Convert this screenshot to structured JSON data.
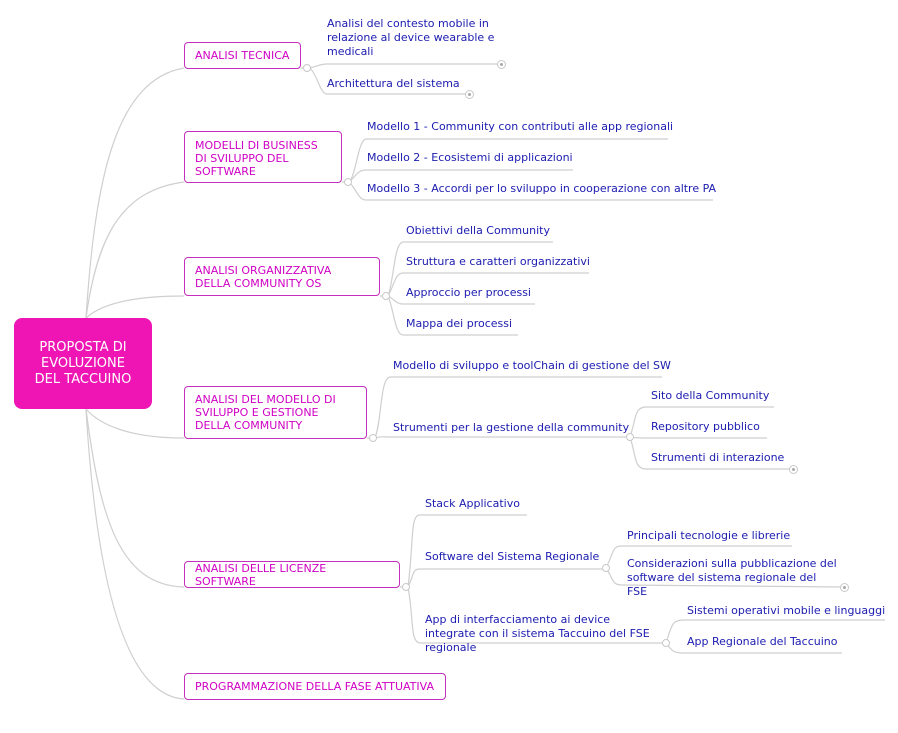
{
  "root": {
    "label": "PROPOSTA DI EVOLUZIONE DEL TACCUINO",
    "color": "#ee15b4"
  },
  "branches": [
    {
      "label": "ANALISI TECNICA",
      "children": [
        {
          "label": "Analisi del contesto mobile in relazione al device wearable e medicali"
        },
        {
          "label": "Architettura del sistema"
        }
      ]
    },
    {
      "label": "MODELLI DI BUSINESS DI SVILUPPO DEL SOFTWARE",
      "children": [
        {
          "label": "Modello 1 - Community con contributi alle app regionali"
        },
        {
          "label": "Modello 2 - Ecosistemi di applicazioni"
        },
        {
          "label": "Modello 3 - Accordi per lo sviluppo in cooperazione con altre PA"
        }
      ]
    },
    {
      "label": "ANALISI ORGANIZZATIVA DELLA COMMUNITY OS",
      "children": [
        {
          "label": "Obiettivi della Community"
        },
        {
          "label": "Struttura e caratteri organizzativi"
        },
        {
          "label": "Approccio per processi"
        },
        {
          "label": "Mappa dei processi"
        }
      ]
    },
    {
      "label": "ANALISI DEL MODELLO DI SVILUPPO E GESTIONE DELLA COMMUNITY",
      "children": [
        {
          "label": "Modello di sviluppo e toolChain di gestione del SW"
        },
        {
          "label": "Strumenti per la gestione della community",
          "children": [
            {
              "label": "Sito della Community"
            },
            {
              "label": "Repository pubblico"
            },
            {
              "label": "Strumenti di interazione"
            }
          ]
        }
      ]
    },
    {
      "label": "ANALISI DELLE LICENZE SOFTWARE",
      "children": [
        {
          "label": "Stack Applicativo"
        },
        {
          "label": "Software del Sistema Regionale",
          "children": [
            {
              "label": "Principali tecnologie e librerie"
            },
            {
              "label": "Considerazioni sulla pubblicazione del software del sistema regionale del FSE"
            }
          ]
        },
        {
          "label": "App di interfacciamento ai device integrate con il sistema Taccuino del FSE regionale",
          "children": [
            {
              "label": "Sistemi operativi mobile e linguaggi"
            },
            {
              "label": "App Regionale del Taccuino"
            }
          ]
        }
      ]
    },
    {
      "label": "PROGRAMMAZIONE DELLA FASE ATTUATIVA",
      "children": []
    }
  ]
}
